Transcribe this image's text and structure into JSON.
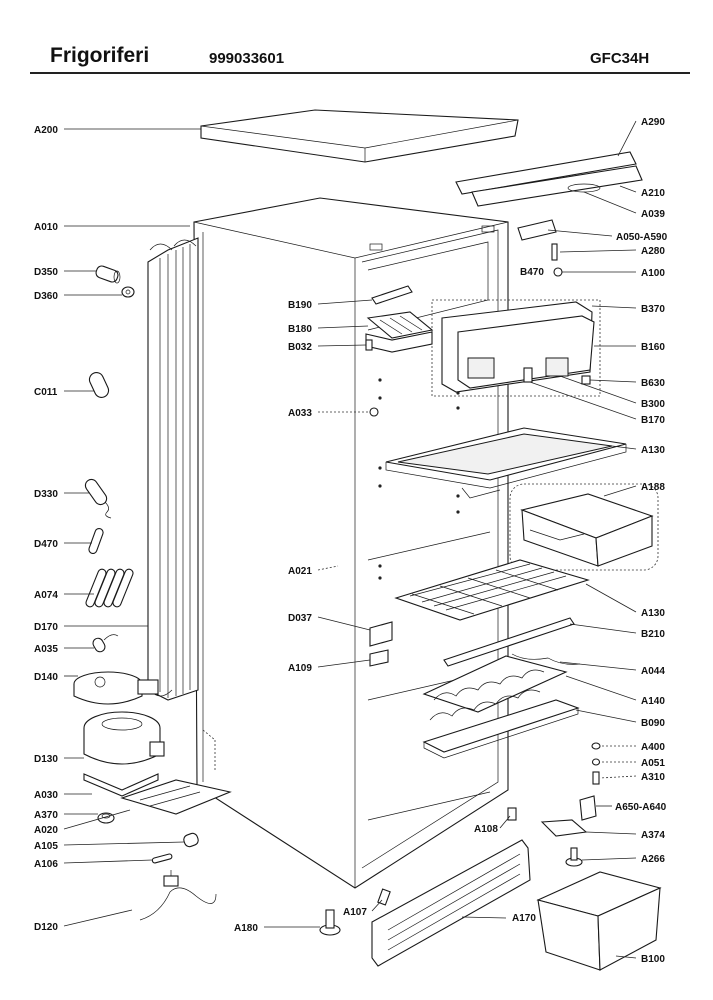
{
  "header": {
    "brand": "Frigoriferi",
    "code": "999033601",
    "model": "GFC34H"
  },
  "labels": {
    "A200": "A200",
    "A010": "A010",
    "D350": "D350",
    "D360": "D360",
    "C011": "C011",
    "D330": "D330",
    "D470": "D470",
    "A074": "A074",
    "D170": "D170",
    "A035": "A035",
    "D140": "D140",
    "D130": "D130",
    "A030": "A030",
    "A370": "A370",
    "A020": "A020",
    "A105": "A105",
    "A106": "A106",
    "D120": "D120",
    "A180": "A180",
    "A107": "A107",
    "B190": "B190",
    "B180": "B180",
    "B032": "B032",
    "A033": "A033",
    "A021": "A021",
    "D037": "D037",
    "A109": "A109",
    "A108": "A108",
    "A170": "A170",
    "A290": "A290",
    "A210": "A210",
    "A039": "A039",
    "A050-A590": "A050-A590",
    "A280": "A280",
    "B470": "B470",
    "A100": "A100",
    "B370": "B370",
    "B160": "B160",
    "B630": "B630",
    "B300": "B300",
    "B170": "B170",
    "A130a": "A130",
    "A188": "A188",
    "A130b": "A130",
    "B210": "B210",
    "A044": "A044",
    "A140": "A140",
    "B090": "B090",
    "A400": "A400",
    "A051": "A051",
    "A310": "A310",
    "A650-A640": "A650-A640",
    "A374": "A374",
    "A266": "A266",
    "B100": "B100"
  }
}
